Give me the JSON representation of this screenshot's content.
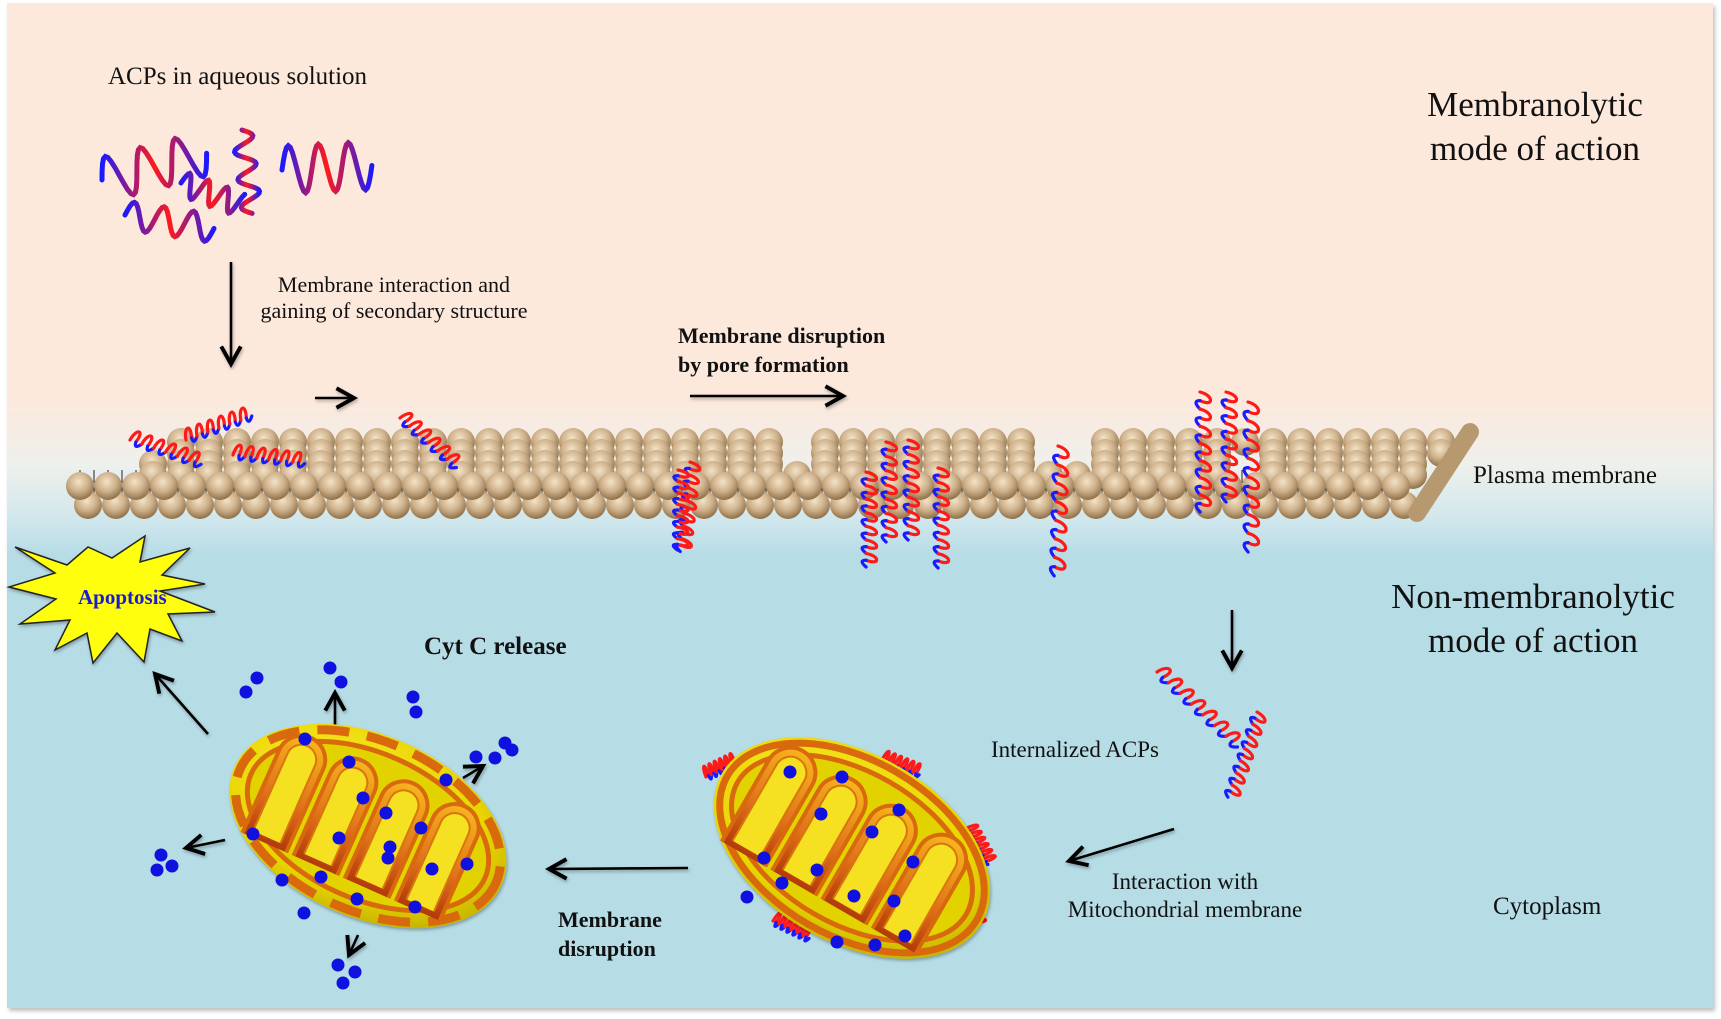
{
  "colors": {
    "top_background": "#fde8dc",
    "bottom_background": "#b6dce6",
    "helix_red": "#ff1a1a",
    "helix_blue": "#1a1aff",
    "lipid_head": "#c9ad86",
    "mito_outer": "#d86a10",
    "mito_inner": "#f0e000",
    "cyt_c": "#1010e0",
    "apoptosis_star": "#ffff10",
    "apoptosis_text": "#1a1ad0"
  },
  "labels": {
    "acps_aqueous": "ACPs in aqueous solution",
    "membrane_interaction_line1": "Membrane interaction and",
    "membrane_interaction_line2": "gaining of secondary structure",
    "pore_line1": "Membrane disruption",
    "pore_line2": "by pore formation",
    "membranolytic_line1": "Membranolytic",
    "membranolytic_line2": "mode of action",
    "plasma_membrane": "Plasma membrane",
    "non_membranolytic_line1": "Non-membranolytic",
    "non_membranolytic_line2": "mode of action",
    "internalized_acps": "Internalized ACPs",
    "interaction_mito_line1": "Interaction with",
    "interaction_mito_line2": "Mitochondrial membrane",
    "cytoplasm": "Cytoplasm",
    "membrane_disruption_line1": "Membrane",
    "membrane_disruption_line2": "disruption",
    "cyt_c_release": "Cyt C release",
    "apoptosis": "Apoptosis"
  },
  "icons": {
    "random_coil_peptides": "random-coil-peptide-icon",
    "alpha_helix_peptide": "alpha-helix-peptide-icon",
    "lipid_bilayer": "lipid-bilayer-icon",
    "mitochondrion_intact": "mitochondrion-icon",
    "mitochondrion_disrupted": "disrupted-mitochondrion-icon",
    "cytochrome_c": "cytochrome-c-dot-icon",
    "explosion_star": "explosion-star-icon",
    "arrow": "arrow-icon"
  }
}
